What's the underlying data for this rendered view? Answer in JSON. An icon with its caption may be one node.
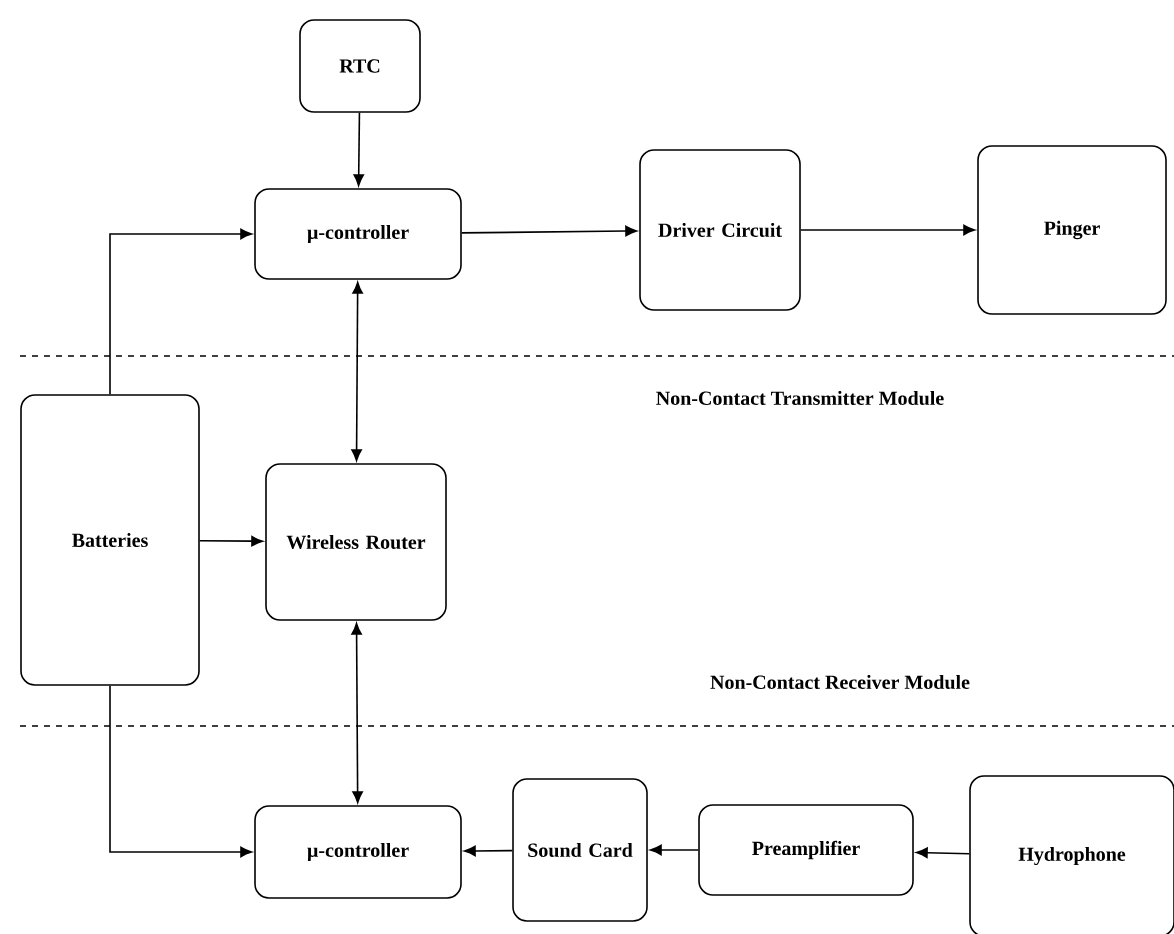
{
  "diagram": {
    "nodes": [
      {
        "text": [
          "RTC"
        ]
      },
      {
        "text": [
          "µ-controller"
        ]
      },
      {
        "text": [
          "Driver Circuit"
        ]
      },
      {
        "text": [
          "Pinger"
        ]
      },
      {
        "text": [
          "Batteries"
        ]
      },
      {
        "text": [
          "Wireless Router"
        ]
      },
      {
        "text": [
          "µ-controller"
        ]
      },
      {
        "text": [
          "Sound Card"
        ]
      },
      {
        "text": [
          "Preamplifier"
        ]
      },
      {
        "text": [
          "Hydrophone"
        ]
      }
    ],
    "edges": [
      {
        "from": 0,
        "to": 1,
        "arrow": "to"
      },
      {
        "from": 1,
        "to": 2,
        "arrow": "to"
      },
      {
        "from": 2,
        "to": 3,
        "arrow": "to"
      },
      {
        "from": 4,
        "to": 1,
        "arrow": "to"
      },
      {
        "from": 4,
        "to": 5,
        "arrow": "to"
      },
      {
        "from": 1,
        "to": 5,
        "arrow": "both"
      },
      {
        "from": 5,
        "to": 6,
        "arrow": "both"
      },
      {
        "from": 4,
        "to": 6,
        "arrow": "to"
      },
      {
        "from": 7,
        "to": 6,
        "arrow": "to"
      },
      {
        "from": 8,
        "to": 7,
        "arrow": "to"
      },
      {
        "from": 9,
        "to": 8,
        "arrow": "to"
      }
    ],
    "labels": [
      "Non-Contact Transmitter Module",
      "Non-Contact Receiver Module"
    ]
  }
}
